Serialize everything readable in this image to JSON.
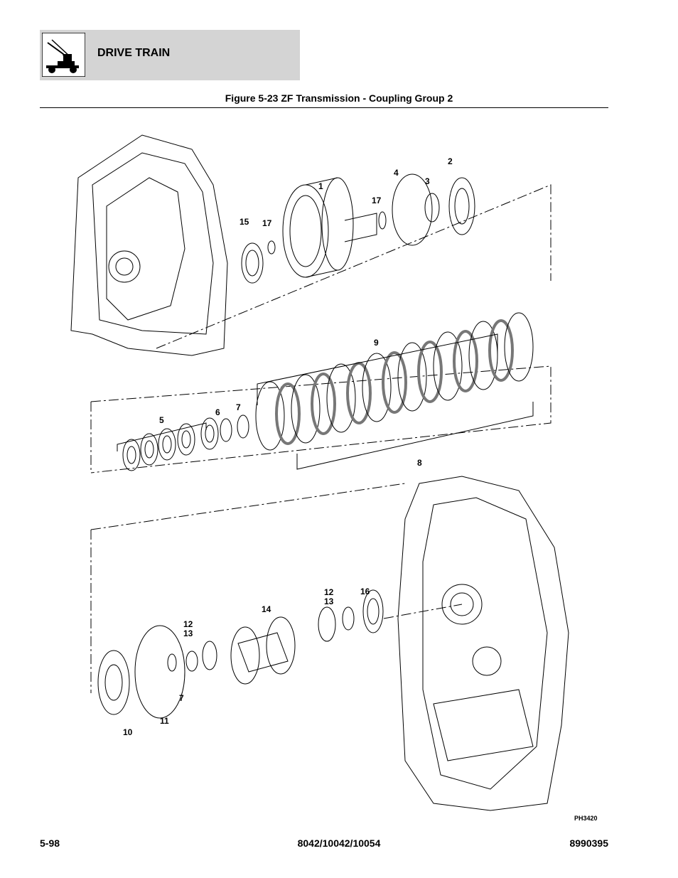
{
  "header": {
    "section_title": "DRIVE TRAIN",
    "icon": "machine-icon"
  },
  "figure": {
    "title": "Figure 5-23 ZF Transmission - Coupling Group 2",
    "code": "PH3420",
    "callouts": [
      "1",
      "2",
      "3",
      "4",
      "17",
      "15",
      "17",
      "9",
      "5",
      "6",
      "7",
      "8",
      "16",
      "14",
      "12\n13",
      "12\n13",
      "7",
      "10",
      "11"
    ]
  },
  "footer": {
    "page_number": "5-98",
    "models": "8042/10042/10054",
    "doc_number": "8990395"
  }
}
